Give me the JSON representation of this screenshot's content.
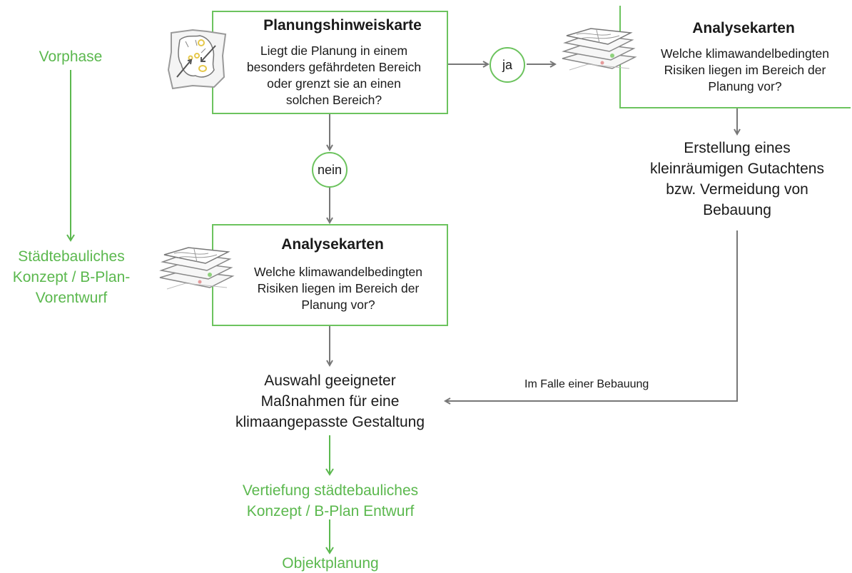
{
  "phases": {
    "vorphase": "Vorphase",
    "konzept_line1": "Städtebauliches",
    "konzept_line2": "Konzept / B-Plan-",
    "konzept_line3": "Vorentwurf",
    "vertiefung_line1": "Vertiefung städtebauliches",
    "vertiefung_line2": "Konzept / B-Plan Entwurf",
    "objekt": "Objektplanung"
  },
  "planungshinweiskarte": {
    "title": "Planungshinweiskarte",
    "line1": "Liegt die Planung in einem",
    "line2": "besonders gefährdeten Bereich",
    "line3": "oder grenzt sie an einen",
    "line4": "solchen Bereich?"
  },
  "analyse_top": {
    "title": "Analysekarten",
    "line1": "Welche klimawandelbedingten",
    "line2": "Risiken liegen im Bereich der",
    "line3": "Planung vor?"
  },
  "analyse_mid": {
    "title": "Analysekarten",
    "line1": "Welche klimawandelbedingten",
    "line2": "Risiken liegen im Bereich der",
    "line3": "Planung vor?"
  },
  "decisions": {
    "ja": "ja",
    "nein": "nein"
  },
  "gutachten": {
    "line1": "Erstellung eines",
    "line2": "kleinräumigen Gutachtens",
    "line3": "bzw. Vermeidung von",
    "line4": "Bebauung"
  },
  "auswahl": {
    "line1": "Auswahl geeigneter",
    "line2": "Maßnahmen für eine",
    "line3": "klimaangepasste Gestaltung"
  },
  "bebauung_label": "Im Falle einer Bebauung",
  "colors": {
    "accent_green": "#6cc35e",
    "text_green": "#5bb84e",
    "arrow_gray": "#777777"
  },
  "icons": {
    "map": "city-map-icon",
    "layers": "map-layers-icon"
  }
}
